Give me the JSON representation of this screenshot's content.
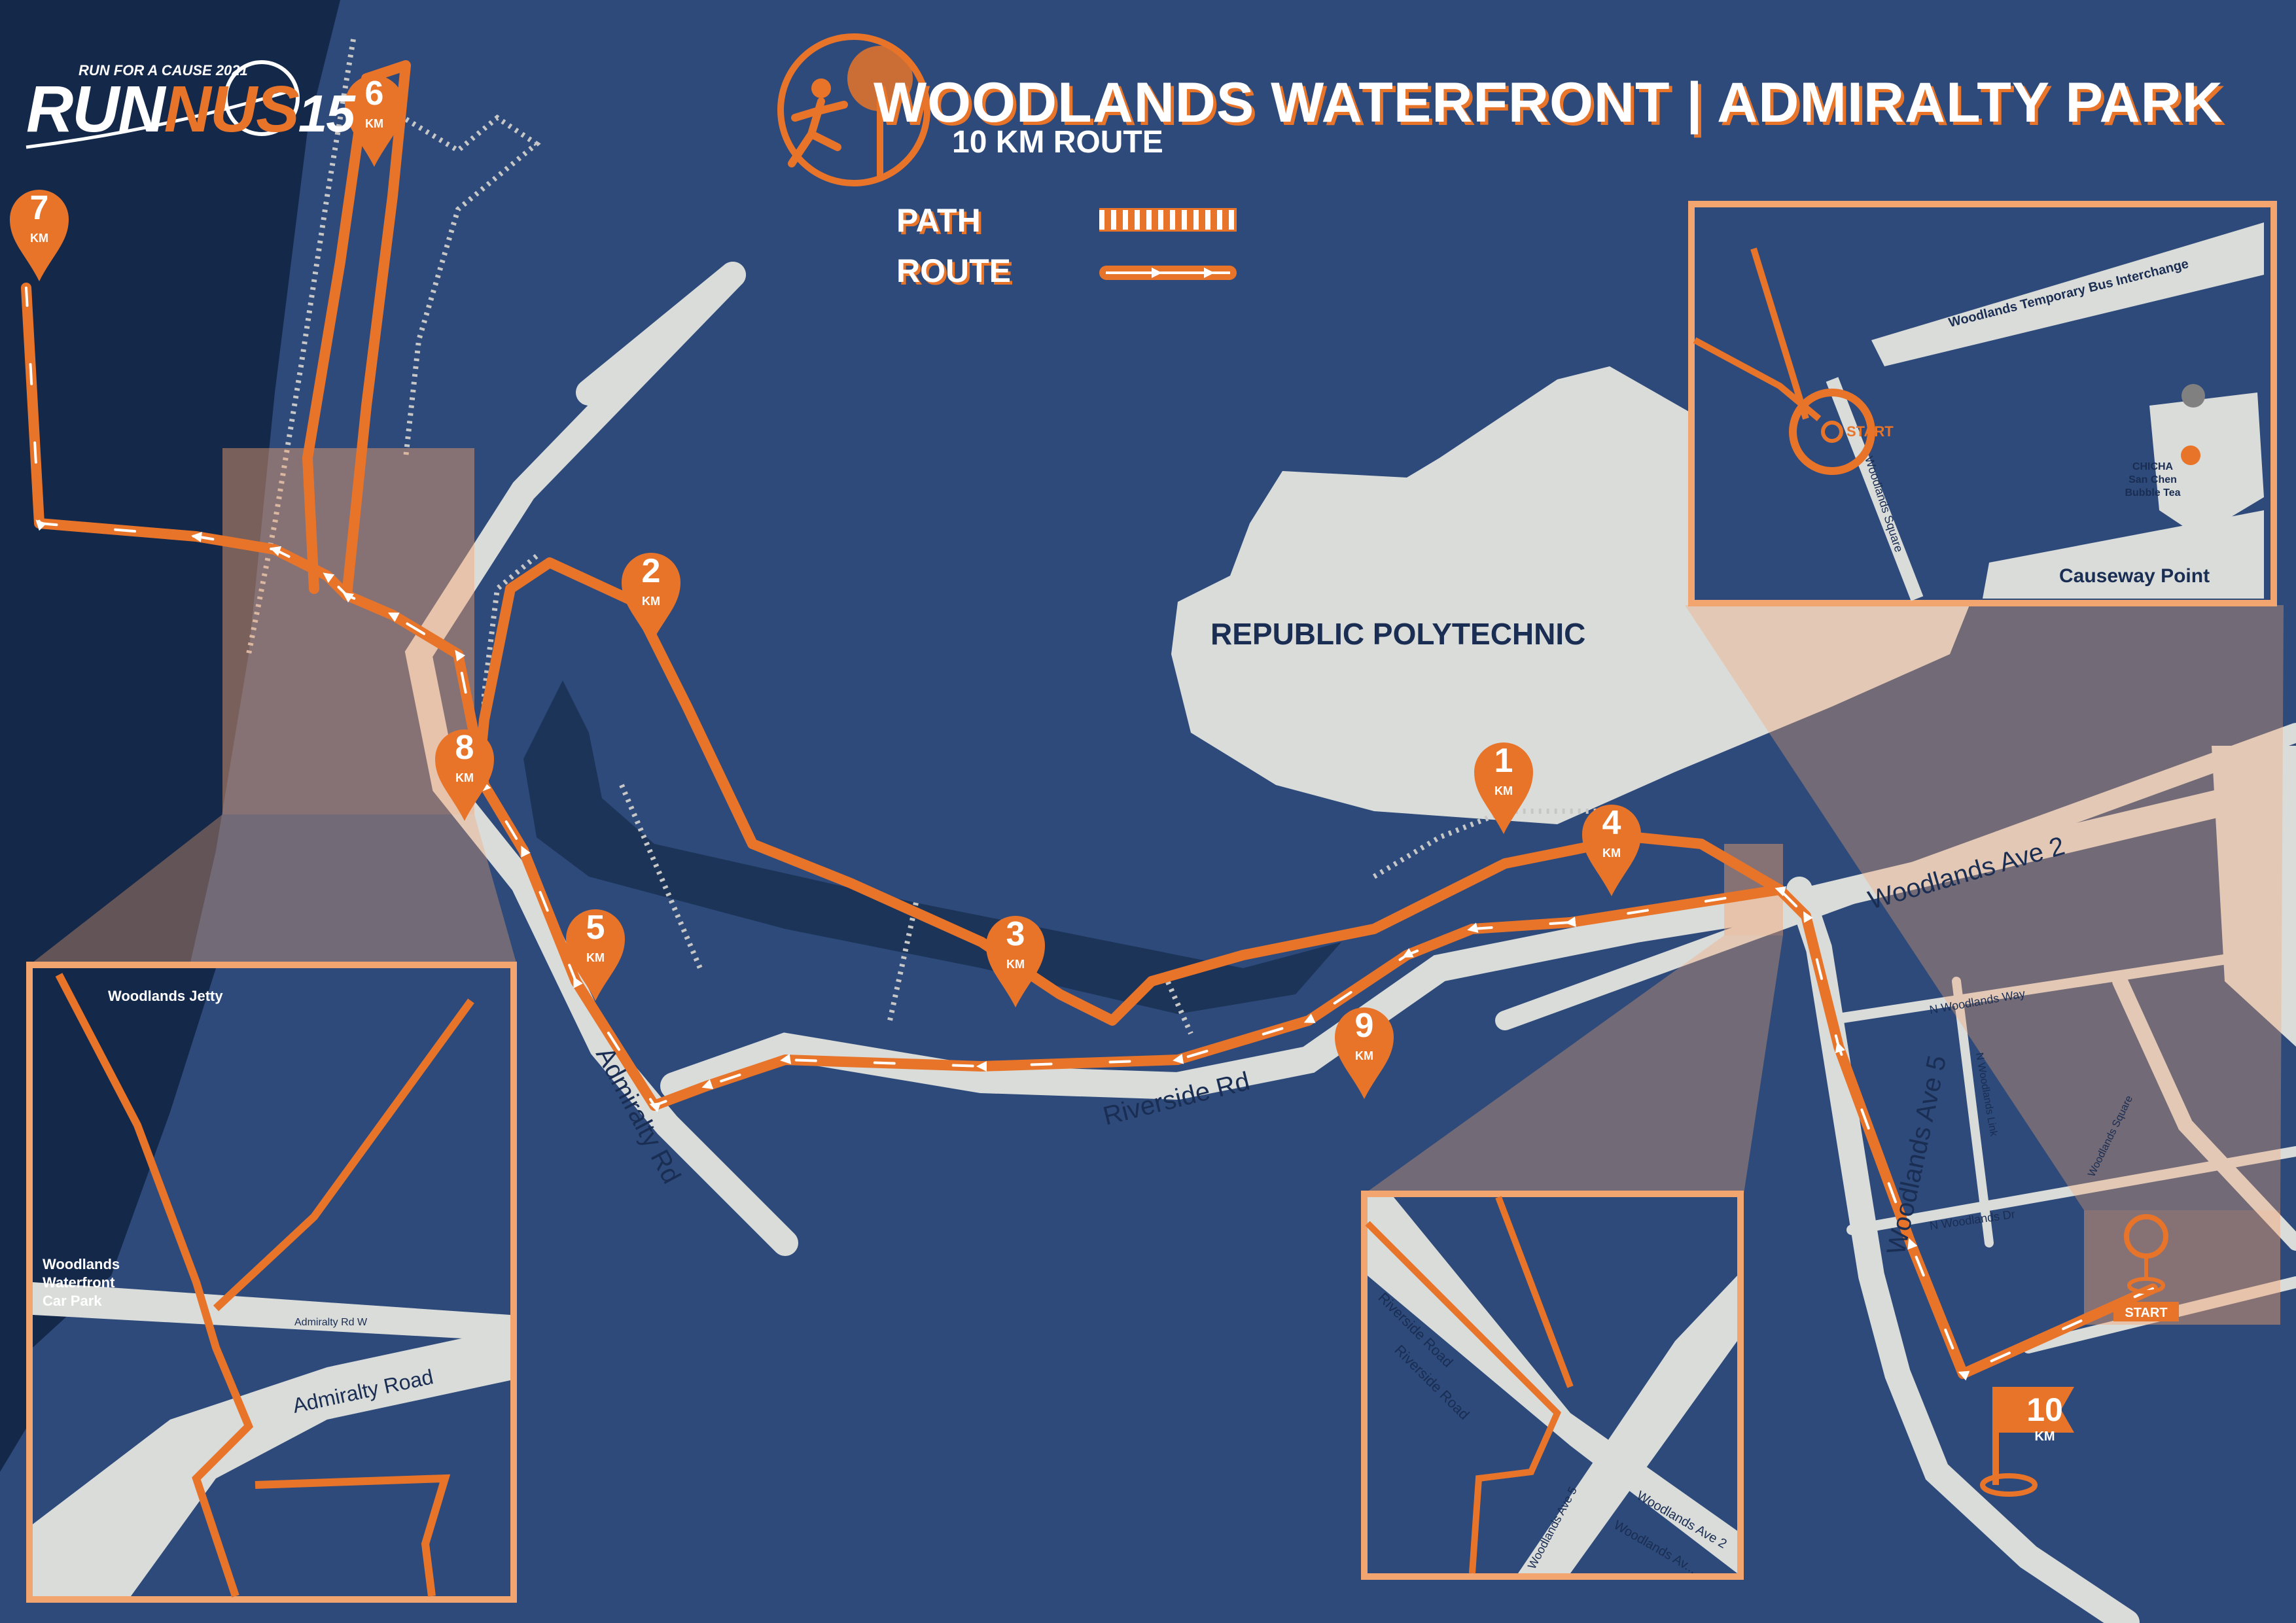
{
  "header": {
    "title": "WOODLANDS WATERFRONT | ADMIRALTY PARK",
    "subtitle": "10 KM ROUTE"
  },
  "brand": {
    "tagline": "RUN FOR A CAUSE 2021",
    "name_part1": "RUN",
    "name_part2": "NUS",
    "anniversary": "15"
  },
  "legend": {
    "path_label": "PATH",
    "route_label": "ROUTE"
  },
  "colors": {
    "background": "#2d4a7a",
    "sea": "#14284a",
    "land": "#dadcda",
    "route": "#e8742a",
    "path": "#c7c7c7",
    "highlight": "#f3a56f"
  },
  "km_markers": [
    {
      "label": "1",
      "unit": "KM"
    },
    {
      "label": "2",
      "unit": "KM"
    },
    {
      "label": "3",
      "unit": "KM"
    },
    {
      "label": "4",
      "unit": "KM"
    },
    {
      "label": "5",
      "unit": "KM"
    },
    {
      "label": "6",
      "unit": "KM"
    },
    {
      "label": "7",
      "unit": "KM"
    },
    {
      "label": "8",
      "unit": "KM"
    },
    {
      "label": "9",
      "unit": "KM"
    },
    {
      "label": "10",
      "unit": "KM"
    }
  ],
  "places": {
    "republic_polytechnic": "REPUBLIC POLYTECHNIC",
    "admiralty_rd": "Admiralty Rd",
    "riverside_rd": "Riverside Rd",
    "woodlands_ave2": "Woodlands Ave 2",
    "woodlands_ave5": "Woodlands Ave 5",
    "n_woodlands_way": "N Woodlands Way",
    "n_woodlands_dr": "N Woodlands Dr",
    "n_woodlands_link": "N Woodlands Link",
    "woodlands_square": "Woodlands Square",
    "start": "START"
  },
  "inset_start": {
    "bus_interchange": "Woodlands Temporary Bus Interchange",
    "cafe_line1": "CHICHA",
    "cafe_line2": "San Chen",
    "cafe_line3": "Bubble Tea",
    "mall": "Causeway Point",
    "street": "Woodlands Square",
    "start": "START"
  },
  "inset_jetty": {
    "jetty": "Woodlands Jetty",
    "carpark_line1": "Woodlands",
    "carpark_line2": "Waterfront",
    "carpark_line3": "Car Park",
    "admiralty_rd_w": "Admiralty Rd W",
    "admiralty_road": "Admiralty Road"
  },
  "inset_junction": {
    "riverside_road_1": "Riverside Road",
    "riverside_road_2": "Riverside Road",
    "woodlands_ave2": "Woodlands Ave 2",
    "woodlands_ave2_b": "Woodlands Av...",
    "woodlands_ave5": "Woodlands Ave 5"
  }
}
